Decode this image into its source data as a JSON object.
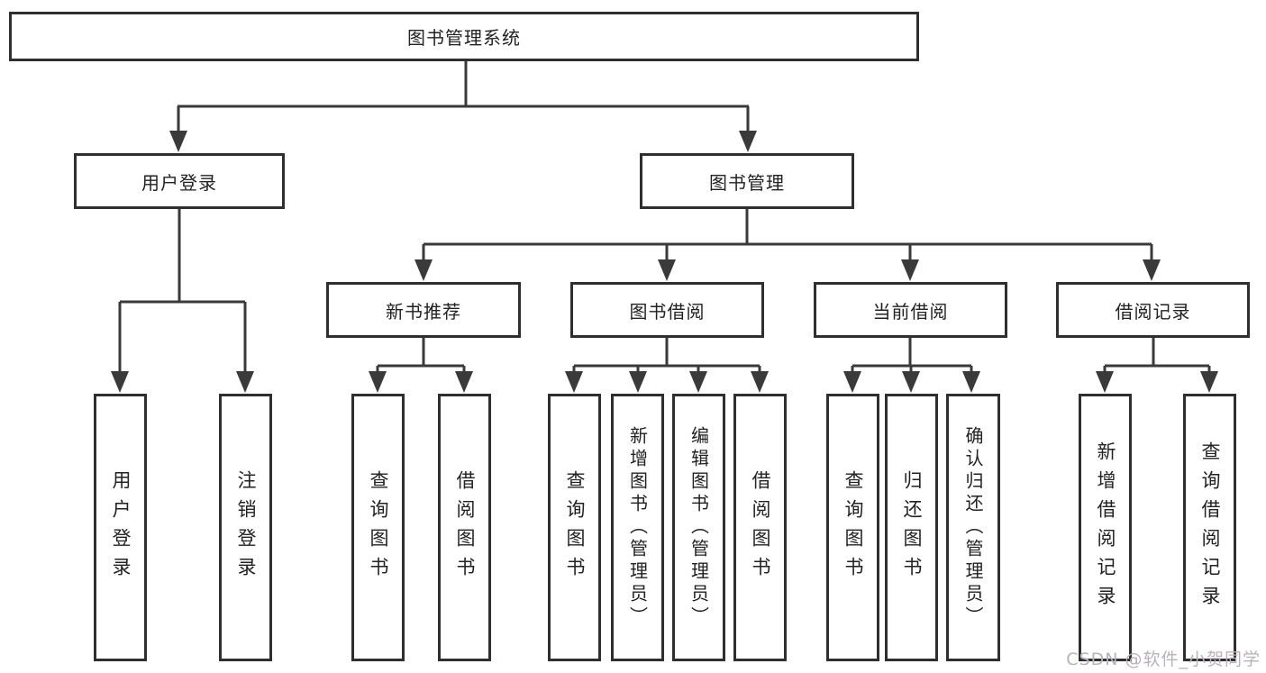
{
  "tree": {
    "label": "图书管理系统",
    "children": [
      {
        "label": "用户登录",
        "children": [
          {
            "label": "用户登录"
          },
          {
            "label": "注销登录"
          }
        ]
      },
      {
        "label": "图书管理",
        "children": [
          {
            "label": "新书推荐",
            "children": [
              {
                "label": "查询图书"
              },
              {
                "label": "借阅图书"
              }
            ]
          },
          {
            "label": "图书借阅",
            "children": [
              {
                "label": "查询图书"
              },
              {
                "label": "新增图书（管理员）"
              },
              {
                "label": "编辑图书（管理员）"
              },
              {
                "label": "借阅图书"
              }
            ]
          },
          {
            "label": "当前借阅",
            "children": [
              {
                "label": "查询图书"
              },
              {
                "label": "归还图书"
              },
              {
                "label": "确认归还（管理员）"
              }
            ]
          },
          {
            "label": "借阅记录",
            "children": [
              {
                "label": "新增借阅记录"
              },
              {
                "label": "查询借阅记录"
              }
            ]
          }
        ]
      }
    ]
  },
  "watermark": {
    "text": "CSDN @软件_小贺同学"
  },
  "colors": {
    "line": "#3a3a3a",
    "box_border": "#2f2f2f",
    "box_fill": "#ffffff",
    "text": "#222222",
    "watermark": "#b9b2b9"
  }
}
